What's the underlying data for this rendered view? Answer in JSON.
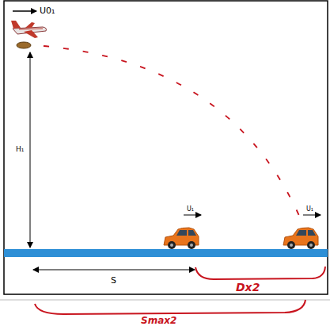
{
  "diagram": {
    "labels": [
      "U0₁",
      "H₁",
      "U₁",
      "U₁",
      "S",
      "Dx2",
      "Smax2"
    ]
  }
}
